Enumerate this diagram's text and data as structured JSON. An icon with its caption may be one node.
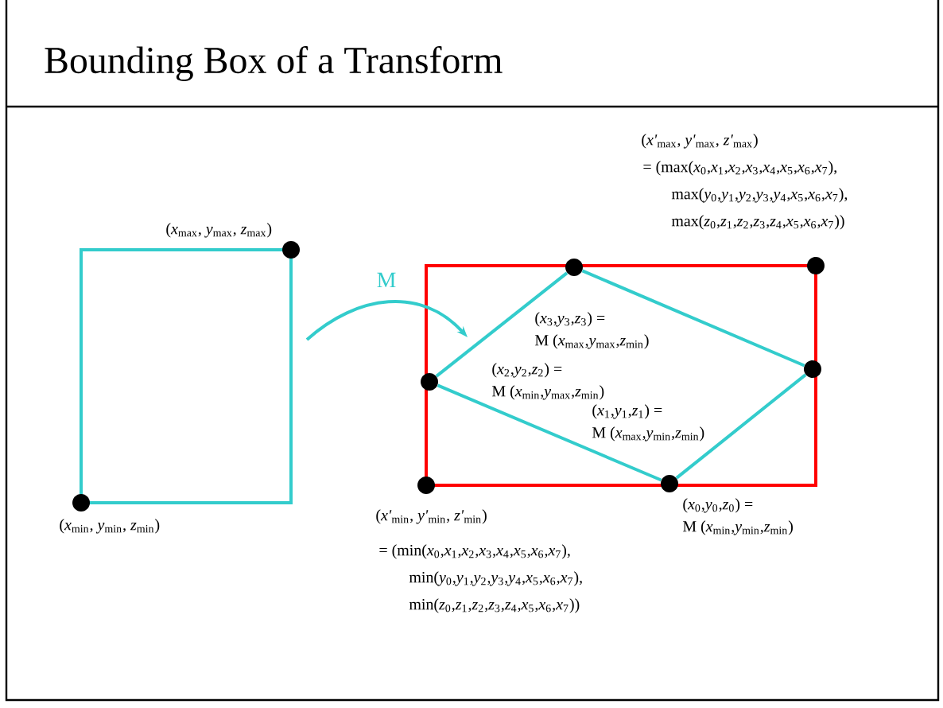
{
  "diagram": {
    "title": "Bounding Box of a Transform",
    "nodes": [
      {
        "text": [],
        "shape": "box"
      },
      {
        "text": [],
        "shape": "box"
      },
      {
        "text": [],
        "shape": "circle",
        "in": 1,
        "beside": [
          "(*x*$_{3}$,*y*$_{3}$,*z*$_{3}$) =",
          "M (*x*$_{max}$,*y*$_{max}$,*z*$_{min}$)"
        ]
      },
      {
        "text": [],
        "shape": "circle",
        "in": 1,
        "beside": [
          "(*x*$_{2}$,*y*$_{2}$,*z*$_{2}$) =",
          "M (*x*$_{min}$,*y*$_{max}$,*z*$_{min}$)"
        ]
      },
      {
        "text": [],
        "shape": "circle",
        "in": 1,
        "beside": [
          "(*x*$_{1}$,*y*$_{1}$,*z*$_{1}$) =",
          "M (*x*$_{max}$,*y*$_{min}$,*z*$_{min}$)"
        ]
      },
      {
        "text": [],
        "shape": "circle",
        "in": 1,
        "beside": [
          "(*x*$_{0}$,*y*$_{0}$,*z*$_{0}$) =",
          "M (*x*$_{min}$,*y*$_{min}$,*z*$_{min}$)"
        ]
      },
      {
        "text": [],
        "shape": "circle",
        "beside": [
          "(*x*$_{max}$, *y*$_{max}$, *z*$_{max}$)"
        ]
      },
      {
        "text": [],
        "shape": "circle",
        "beside": [
          "(*x*$_{min}$, *y*$_{min}$, *z*$_{min}$)"
        ]
      },
      {
        "text": [],
        "shape": "circle",
        "beside": [
          "(*x'*$_{max}$, *y'*$_{max}$, *z'*$_{max}$)",
          "= (max(*x*$_{0}$,*x*$_{1}$,*x*$_{2}$,*x*$_{3}$,*x*$_{4}$,*x*$_{5}$,*x*$_{6}$,*x*$_{7}$),",
          "max(*y*$_{0}$,*y*$_{1}$,*y*$_{2}$,*y*$_{3}$,*y*$_{4}$,*x*$_{5}$,*x*$_{6}$,*x*$_{7}$),",
          "max(*z*$_{0}$,*z*$_{1}$,*z*$_{2}$,*z*$_{3}$,*z*$_{4}$,*x*$_{5}$,*x*$_{6}$,*x*$_{7}$))"
        ]
      },
      {
        "text": [],
        "shape": "circle",
        "beside": [
          "(*x'*$_{min}$, *y'*$_{min}$, *z'*$_{min}$)",
          "= (min(*x*$_{0}$,*x*$_{1}$,*x*$_{2}$,*x*$_{3}$,*x*$_{4}$,*x*$_{5}$,*x*$_{6}$,*x*$_{7}$),",
          "min(*y*$_{0}$,*y*$_{1}$,*y*$_{2}$,*y*$_{3}$,*y*$_{4}$,*x*$_{5}$,*x*$_{6}$,*x*$_{7}$),",
          "min(*z*$_{0}$,*z*$_{1}$,*z*$_{2}$,*z*$_{3}$,*z*$_{4}$,*x*$_{5}$,*x*$_{6}$,*x*$_{7}$))"
        ]
      }
    ],
    "edges": [
      {
        "from": 0,
        "to": 1,
        "arrow": "to",
        "label": "M"
      },
      {
        "from": 2,
        "to": 4,
        "arrow": "none"
      },
      {
        "from": 4,
        "to": 5,
        "arrow": "none"
      },
      {
        "from": 5,
        "to": 3,
        "arrow": "none"
      },
      {
        "from": 3,
        "to": 2,
        "arrow": "none"
      }
    ]
  }
}
